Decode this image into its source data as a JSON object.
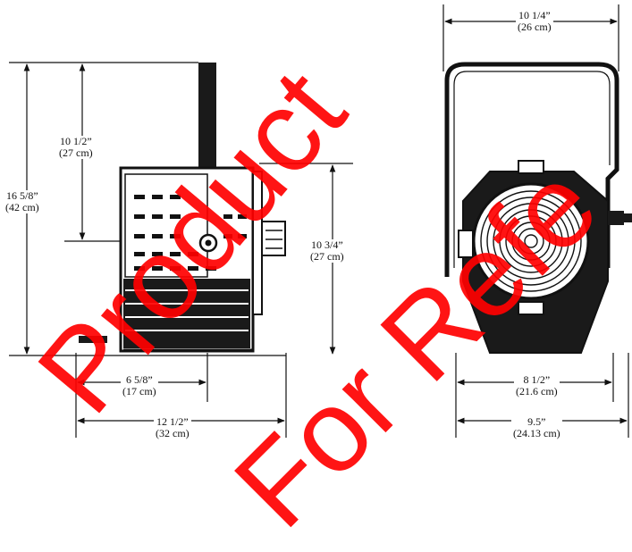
{
  "colors": {
    "line": "#111111",
    "fixture": "#1a1a1a",
    "watermark": "#ff0000"
  },
  "watermark": {
    "line1": "Product",
    "line2": "For Refe"
  },
  "dimensions": {
    "side_height_total": {
      "in": "16 5/8”",
      "cm": "(42 cm)"
    },
    "side_height_yoke": {
      "in": "10 1/2”",
      "cm": "(27 cm)"
    },
    "side_height_body": {
      "in": "10 3/4”",
      "cm": "(27 cm)"
    },
    "side_depth_body": {
      "in": "6 5/8”",
      "cm": "(17 cm)"
    },
    "side_depth_total": {
      "in": "12 1/2”",
      "cm": "(32 cm)"
    },
    "front_width_yoke": {
      "in": "10 1/4”",
      "cm": "(26 cm)"
    },
    "front_width_body": {
      "in": "8 1/2”",
      "cm": "(21.6 cm)"
    },
    "front_width_total": {
      "in": "9.5”",
      "cm": "(24.13 cm)"
    }
  }
}
